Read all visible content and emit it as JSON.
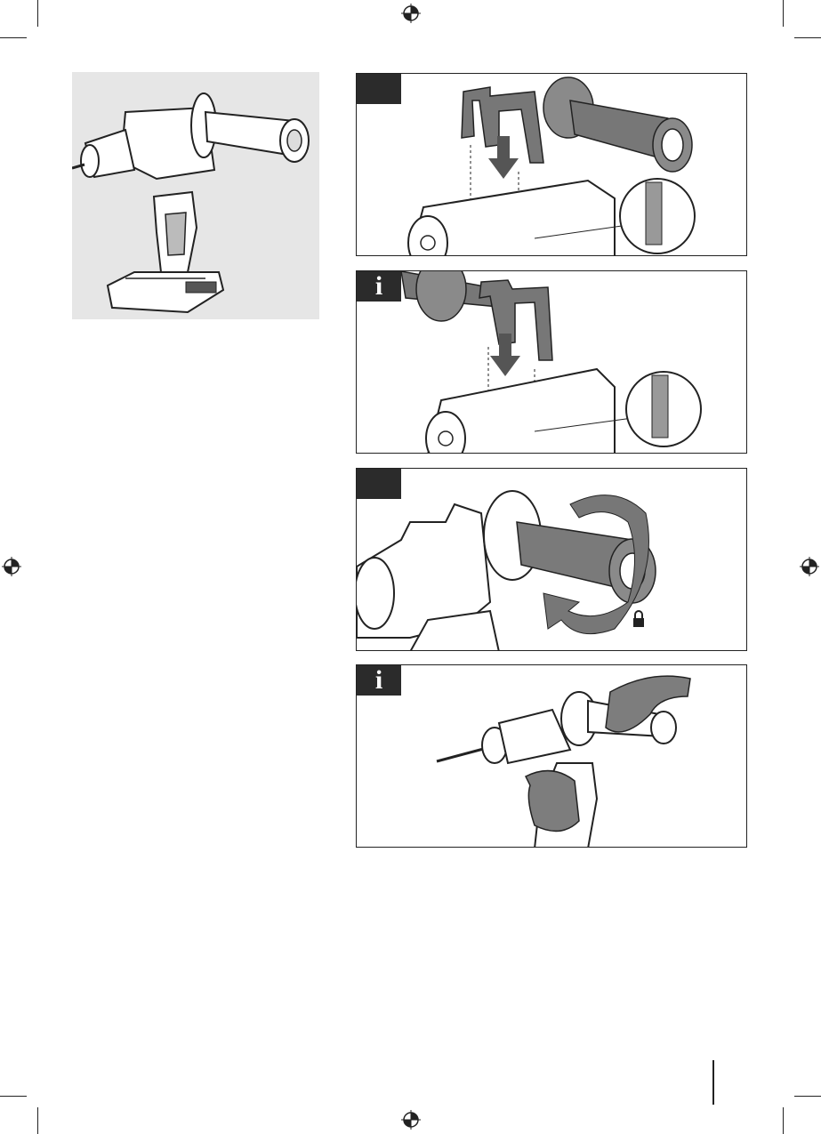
{
  "page": {
    "background": "#ffffff"
  },
  "colors": {
    "ink": "#222222",
    "tab_fill": "#2b2b2b",
    "panel_tint": "#e6e6e6",
    "grip": "#7a7a7a",
    "glove": "#7d7d7d"
  },
  "overview": {
    "subject": "drill-with-side-handle"
  },
  "panels": [
    {
      "tab": "",
      "icon": "",
      "subject": "attach-handle-from-top"
    },
    {
      "tab": "i",
      "icon": "info-icon",
      "subject": "attach-handle-alternate-side"
    },
    {
      "tab": "",
      "icon": "",
      "subject": "rotate-grip-to-lock"
    },
    {
      "tab": "i",
      "icon": "info-icon",
      "subject": "two-hand-operation"
    }
  ],
  "icons": {
    "registration": "registration-mark-icon",
    "lock": "lock-icon",
    "arrow_down": "arrow-down-icon",
    "rotate": "rotate-arrow-icon"
  }
}
